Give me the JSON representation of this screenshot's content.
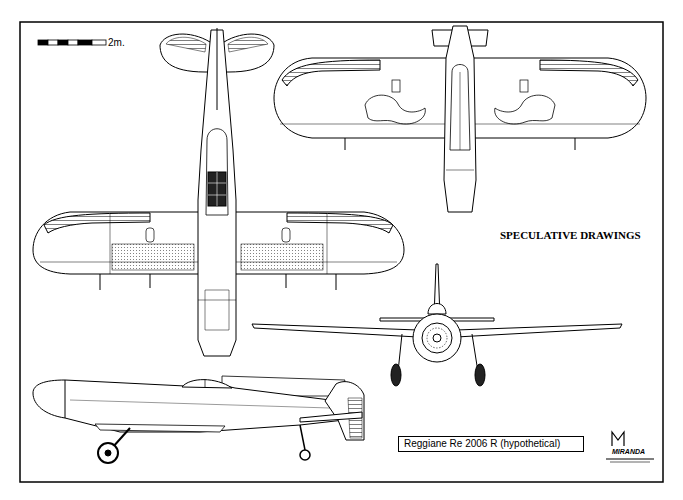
{
  "diagram": {
    "title": "SPECULATIVE DRAWINGS",
    "nodes": [
      {
        "text": [
          "Reggiane Re 2006 R (hypothetical)"
        ]
      }
    ],
    "labels": [
      "2m.",
      "MIRANDA"
    ]
  }
}
